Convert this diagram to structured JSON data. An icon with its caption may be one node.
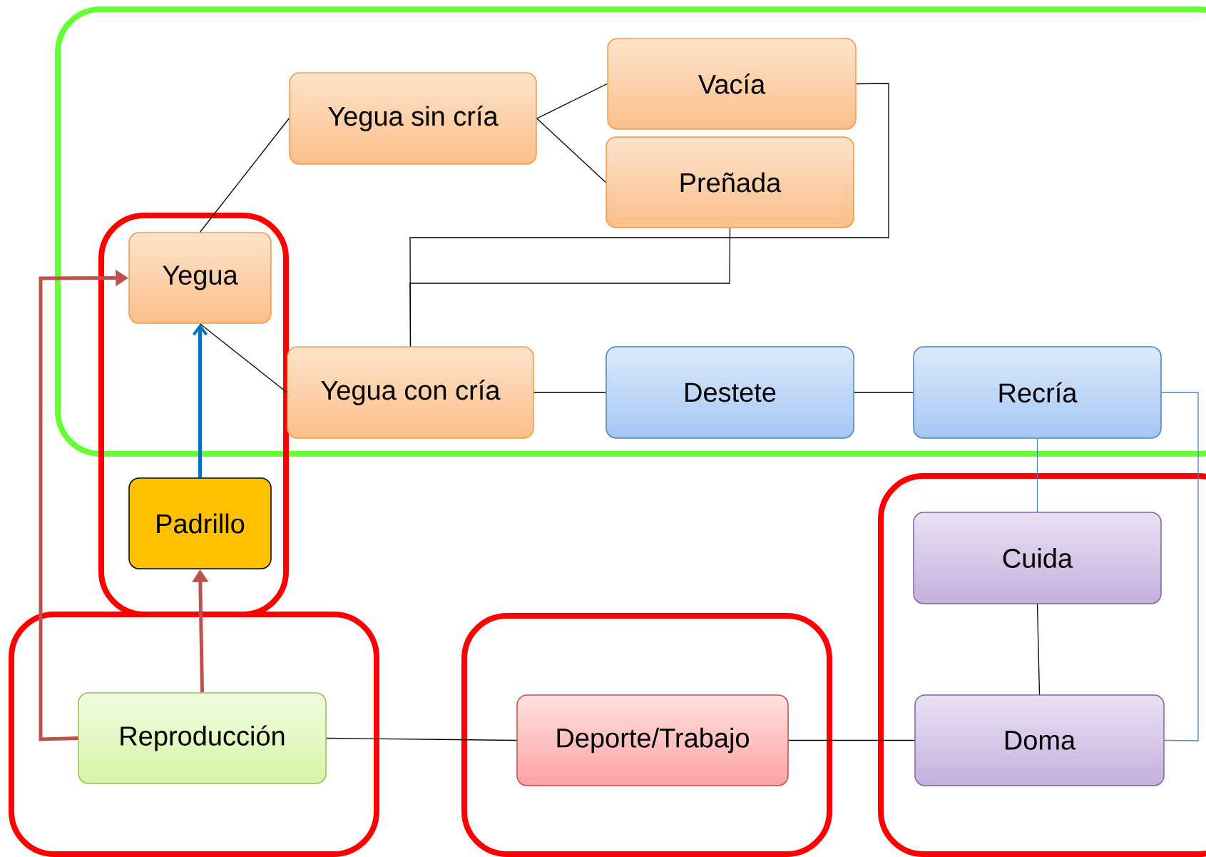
{
  "diagram": {
    "nodes": [
      {
        "text": [],
        "shape": "box"
      },
      {
        "text": [
          "Yegua sin cría"
        ],
        "in": 0
      },
      {
        "text": [
          "Vacía"
        ],
        "in": 0
      },
      {
        "text": [
          "Preñada"
        ],
        "in": 0
      },
      {
        "text": [],
        "shape": "box"
      },
      {
        "text": [
          "Yegua"
        ]
      },
      {
        "text": [
          "Yegua con cría"
        ],
        "in": 0
      },
      {
        "text": [
          "Destete"
        ],
        "in": 0
      },
      {
        "text": [
          "Recría"
        ],
        "in": 0
      },
      {
        "text": [
          "Padrillo"
        ],
        "in": 4
      },
      {
        "text": [],
        "shape": "box"
      },
      {
        "text": [
          "Cuida"
        ],
        "in": 10
      },
      {
        "text": [],
        "shape": "box"
      },
      {
        "text": [
          "Reproducción"
        ],
        "in": 12
      },
      {
        "text": [],
        "shape": "box"
      },
      {
        "text": [
          "Deporte/Trabajo"
        ],
        "in": 14
      },
      {
        "text": [
          "Doma"
        ],
        "in": 10
      }
    ],
    "edges": [
      {
        "from": 5,
        "to": 1,
        "arrow": "none"
      },
      {
        "from": 1,
        "to": 2,
        "arrow": "none"
      },
      {
        "from": 1,
        "to": 3,
        "arrow": "none"
      },
      {
        "from": 2,
        "to": 6,
        "arrow": "none"
      },
      {
        "from": 3,
        "to": 6,
        "arrow": "none"
      },
      {
        "from": 6,
        "to": 5,
        "arrow": "none"
      },
      {
        "from": 6,
        "to": 7,
        "arrow": "none"
      },
      {
        "from": 7,
        "to": 8,
        "arrow": "none"
      },
      {
        "from": 8,
        "to": 11,
        "arrow": "none",
        "color": "#4f81bd"
      },
      {
        "from": 8,
        "to": 16,
        "arrow": "none",
        "color": "#4f81bd"
      },
      {
        "from": 11,
        "to": 16,
        "arrow": "none"
      },
      {
        "from": 13,
        "to": 15,
        "arrow": "none"
      },
      {
        "from": 15,
        "to": 16,
        "arrow": "none"
      },
      {
        "from": 9,
        "to": 5,
        "arrow": "to",
        "style": "thick",
        "color": "#0070c0"
      },
      {
        "from": 13,
        "to": 9,
        "arrow": "to",
        "style": "thick",
        "color": "#c0504d"
      },
      {
        "from": 13,
        "to": 5,
        "arrow": "to",
        "style": "thick",
        "color": "#c0504d"
      }
    ]
  }
}
